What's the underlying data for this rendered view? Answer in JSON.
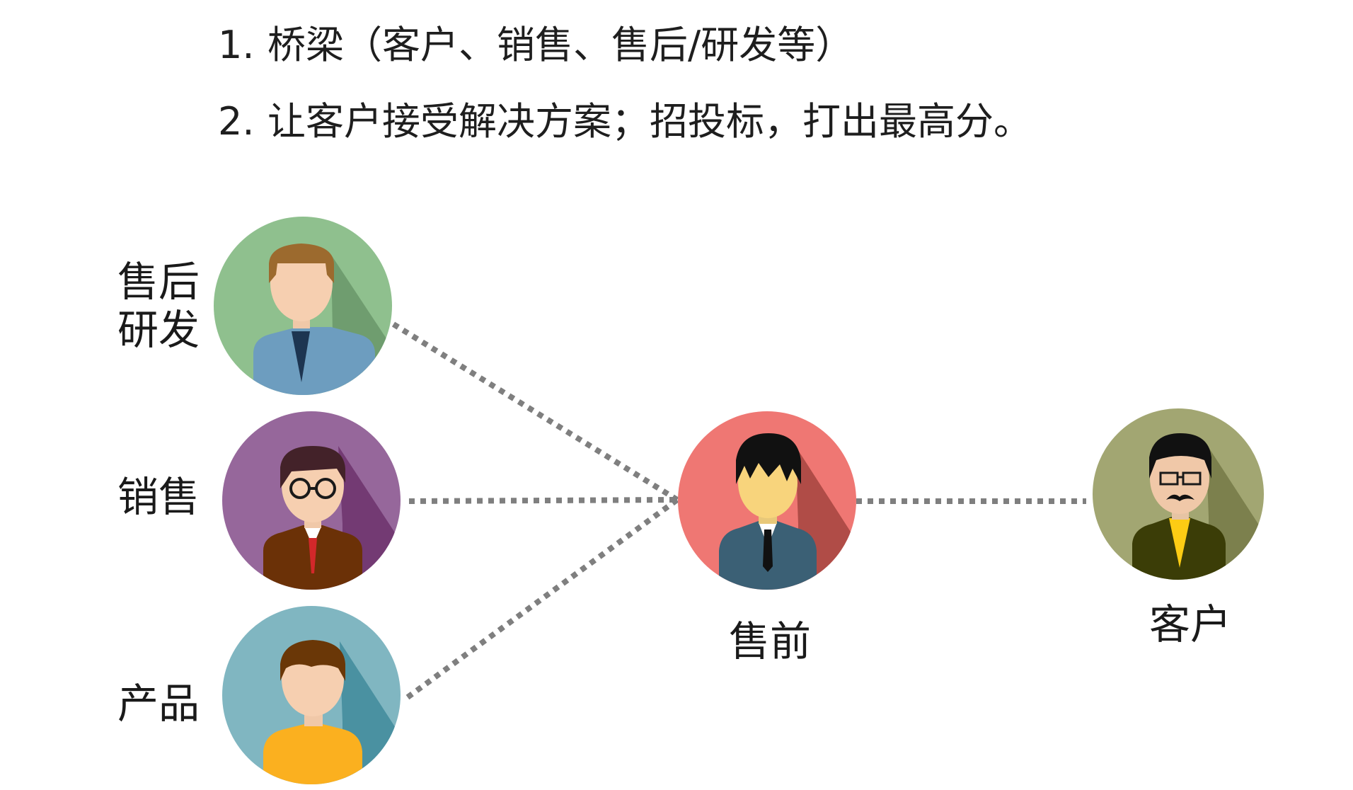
{
  "points": [
    {
      "num": "1.",
      "text": "桥梁（客户、销售、售后/研发等）"
    },
    {
      "num": "2.",
      "text": "让客户接受解决方案；招投标，打出最高分。"
    }
  ],
  "roles": {
    "after_sales_rd": "售后\n研发",
    "sales": "销售",
    "product": "产品",
    "presales": "售前",
    "customer": "客户"
  },
  "colors": {
    "connector": "#7f7f7f",
    "after_sales_rd_bg": "#8fc08e",
    "sales_bg": "#96679b",
    "product_bg": "#80b6c1",
    "presales_bg": "#ef7773",
    "customer_bg": "#a2a672"
  },
  "icons": {
    "after_sales_rd": "man-avatar-icon",
    "sales": "glasses-man-avatar-icon",
    "product": "man-avatar-icon",
    "presales": "suit-man-avatar-icon",
    "customer": "mustache-man-avatar-icon"
  }
}
